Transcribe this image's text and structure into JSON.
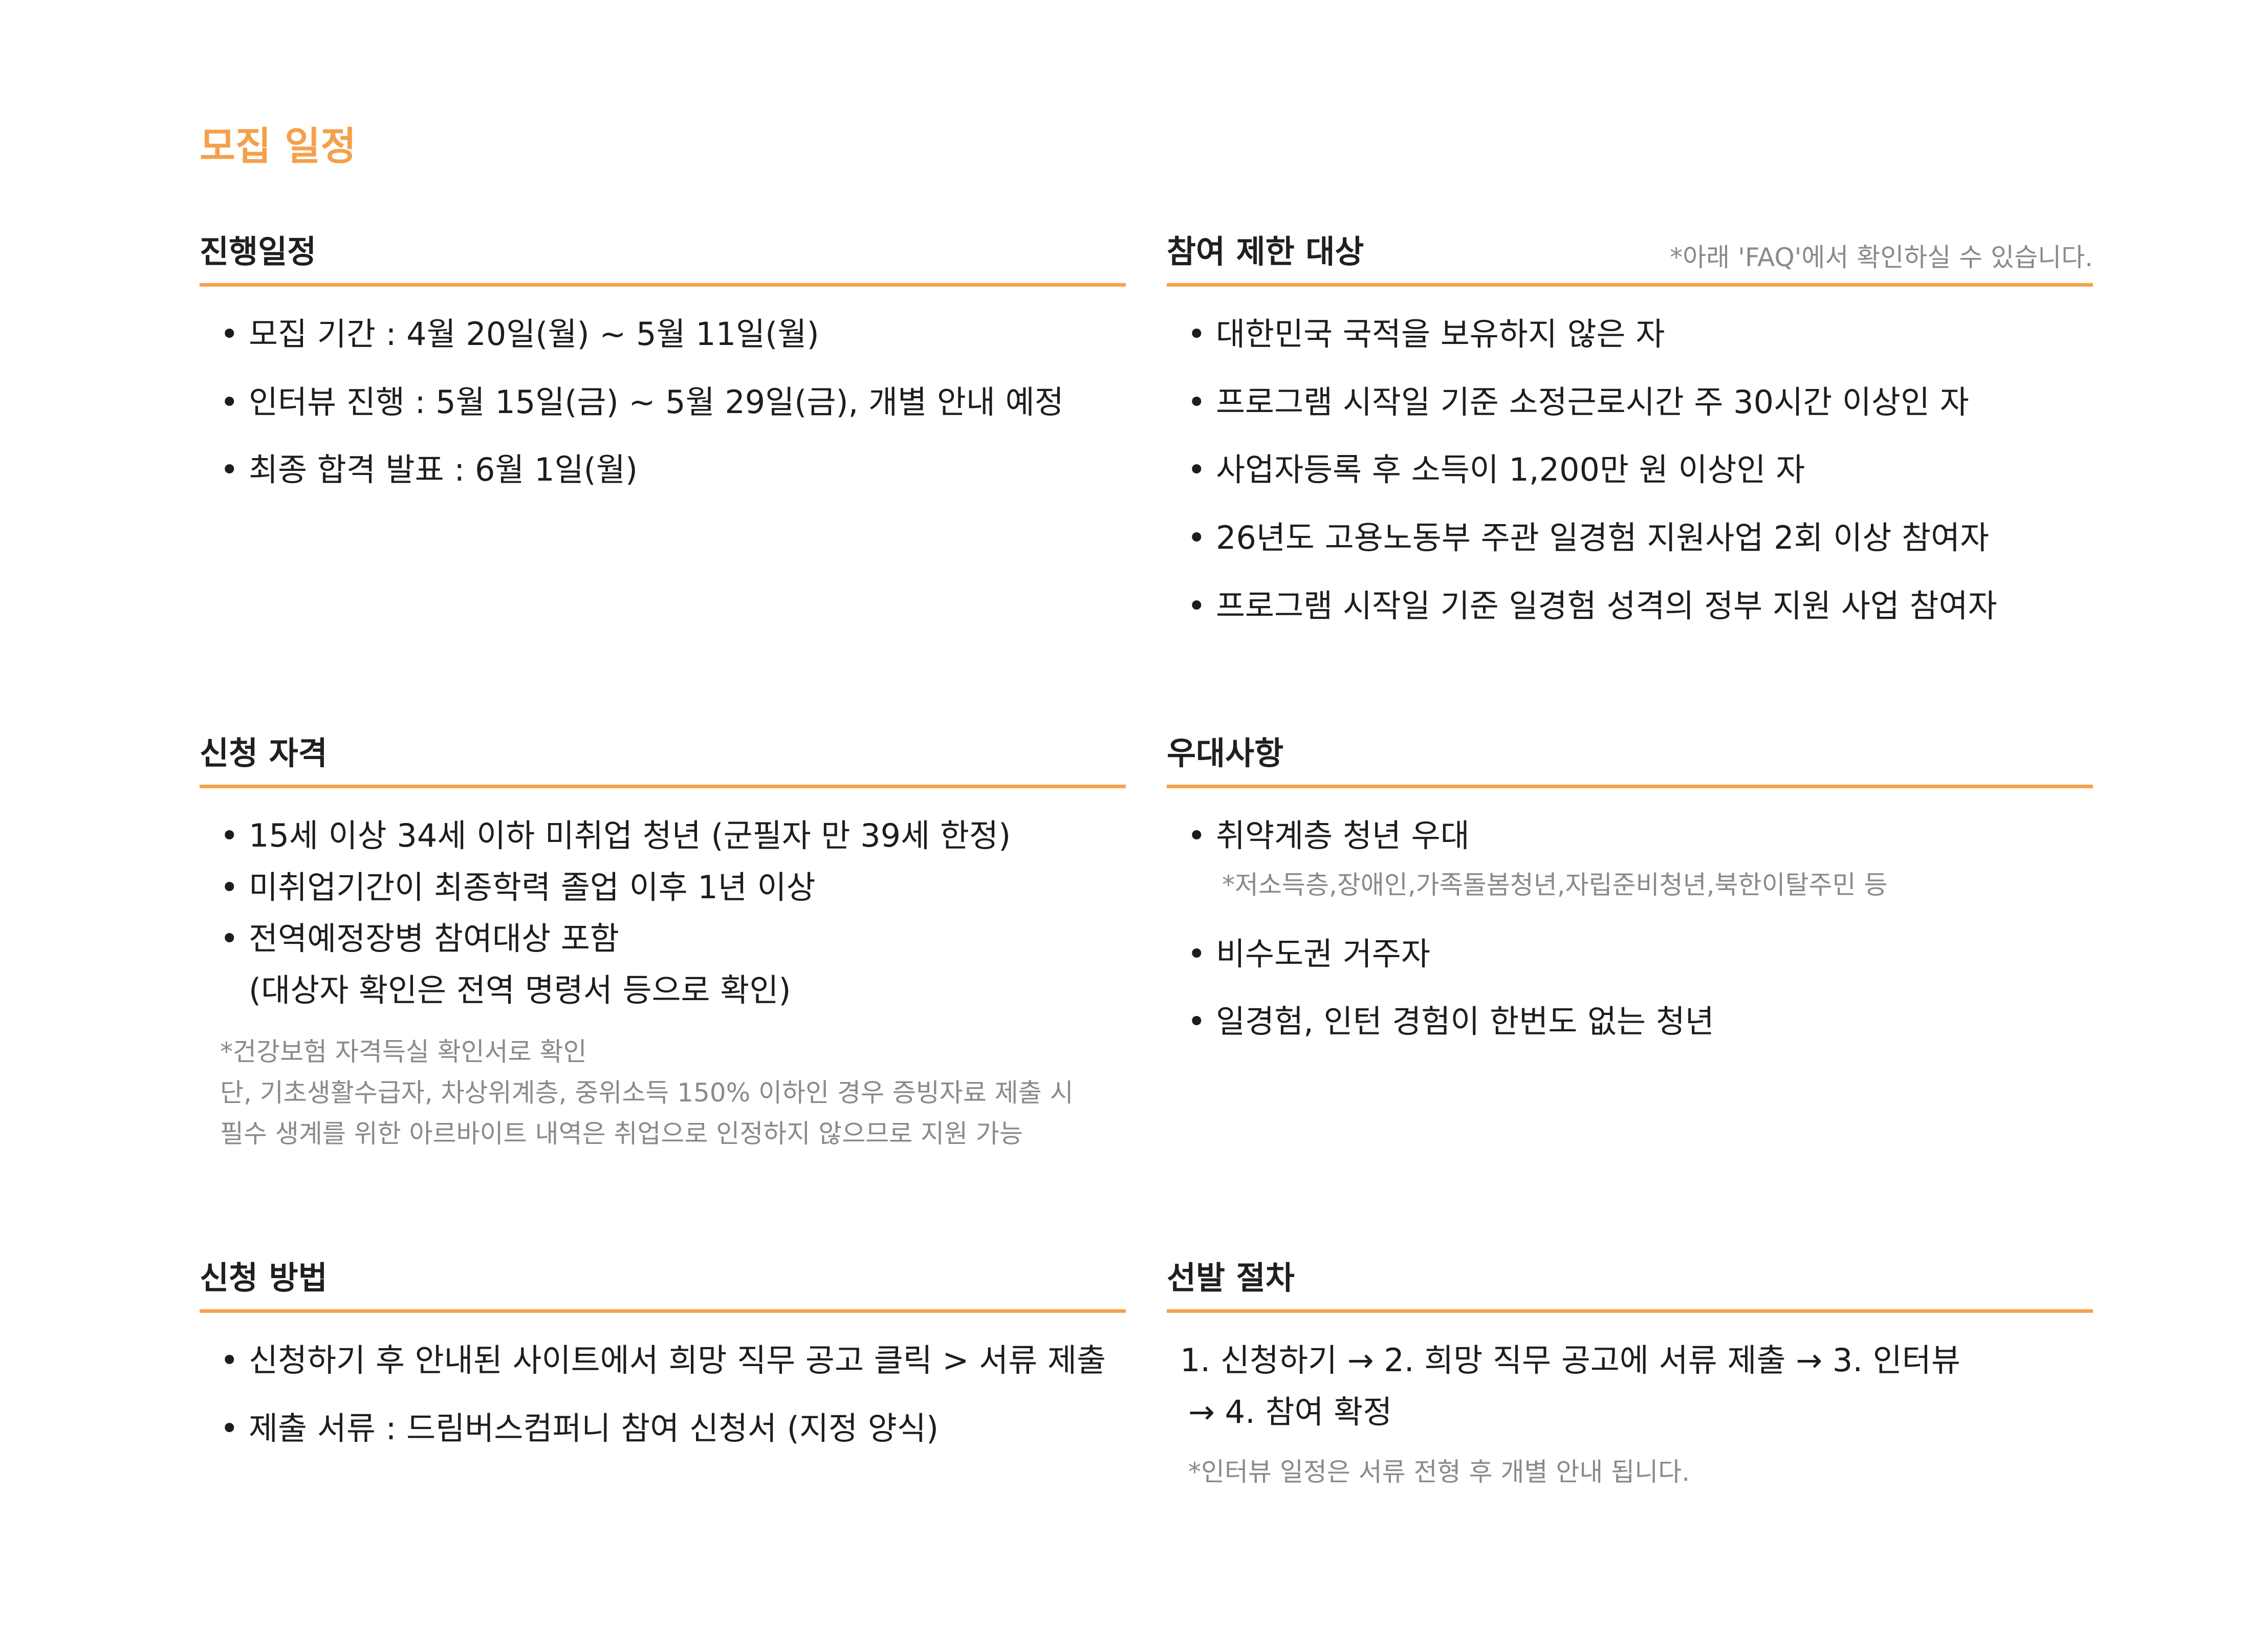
{
  "page_title": "모집 일정",
  "sections": {
    "schedule": {
      "title": "진행일정",
      "items": [
        "모집 기간 : 4월 20일(월) ~ 5월 11일(월)",
        "인터뷰 진행 : 5월 15일(금) ~ 5월 29일(금), 개별 안내 예정",
        "최종 합격 발표 : 6월 1일(월)"
      ]
    },
    "restriction": {
      "title": "참여 제한 대상",
      "note": "*아래 'FAQ'에서 확인하실 수 있습니다.",
      "items": [
        "대한민국 국적을 보유하지 않은 자",
        "프로그램 시작일 기준 소정근로시간 주 30시간 이상인 자",
        "사업자등록 후 소득이 1,200만 원 이상인 자",
        "26년도 고용노동부 주관 일경험 지원사업 2회 이상 참여자",
        "프로그램 시작일 기준 일경험 성격의 정부 지원 사업 참여자"
      ]
    },
    "eligibility": {
      "title": "신청 자격",
      "items": [
        "15세 이상 34세 이하 미취업 청년 (군필자 만 39세 한정)",
        "미취업기간이 최종학력 졸업 이후 1년 이상",
        "전역예정장병 참여대상 포함"
      ],
      "item3_cont": "(대상자 확인은 전역 명령서 등으로 확인)",
      "notes": [
        "*건강보험 자격득실 확인서로 확인",
        "단, 기초생활수급자, 차상위계층, 중위소득 150% 이하인 경우 증빙자료 제출 시",
        "필수 생계를 위한 아르바이트 내역은 취업으로 인정하지 않으므로 지원 가능"
      ]
    },
    "preference": {
      "title": "우대사항",
      "item1": "취약계층 청년 우대",
      "item1_note": "*저소득층,장애인,가족돌봄청년,자립준비청년,북한이탈주민 등",
      "items": [
        "비수도권 거주자",
        "일경험, 인턴 경험이 한번도 없는 청년"
      ]
    },
    "method": {
      "title": "신청 방법",
      "items": [
        "신청하기 후 안내된 사이트에서 희망 직무 공고 클릭 > 서류 제출",
        "제출 서류 : 드림버스컴퍼니 참여 신청서 (지정 양식)"
      ]
    },
    "selection": {
      "title": "선발 절차",
      "line1": "1. 신청하기 → 2. 희망 직무 공고에 서류 제출 → 3. 인터뷰",
      "line2": "→ 4. 참여 확정",
      "note": "*인터뷰 일정은 서류 전형 후 개별 안내 됩니다."
    }
  }
}
